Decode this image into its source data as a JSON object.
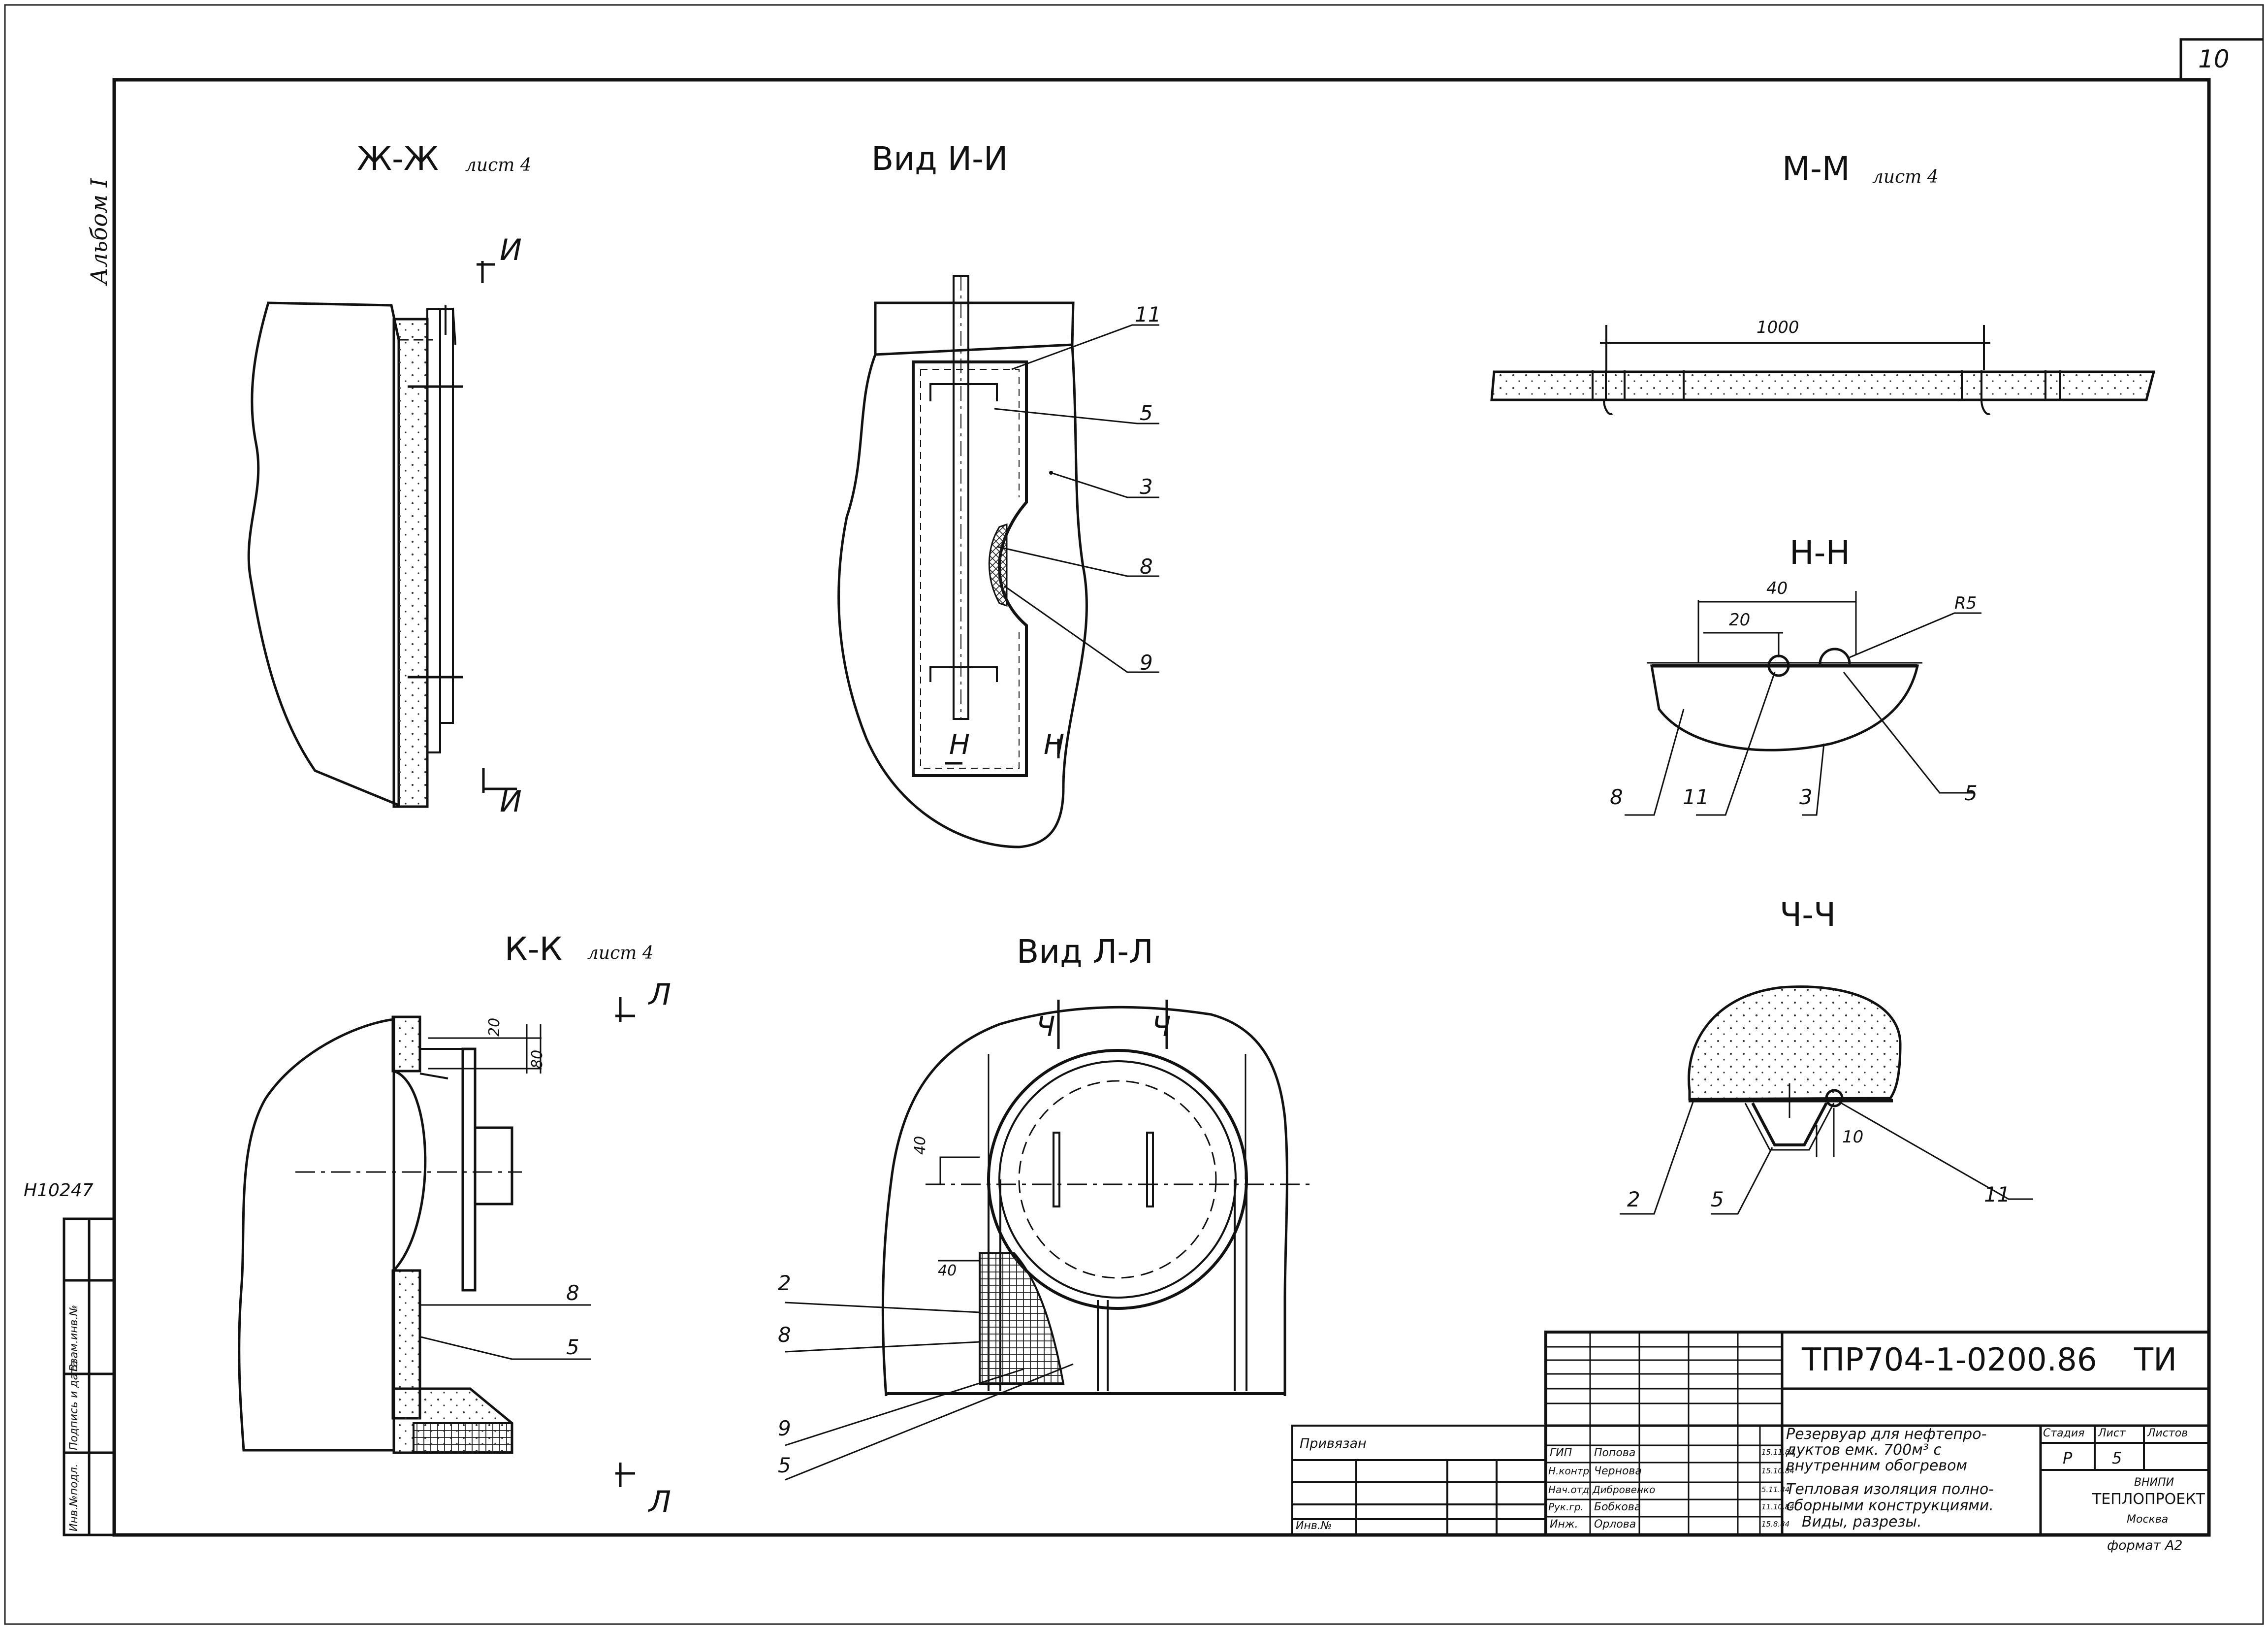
{
  "sheet_number": "10",
  "album_label": "Альбом I",
  "inventory_code": "Н10247",
  "side_stamp": [
    "Инв.№подл.",
    "Подпись и дата",
    "Взам.инв.№"
  ],
  "views": {
    "zh": {
      "title": "Ж-Ж",
      "ref": "лист 4",
      "cut_top": "И",
      "cut_bottom": "И"
    },
    "i": {
      "title": "Вид И-И",
      "callouts": [
        "11",
        "5",
        "3",
        "8",
        "9"
      ],
      "cut_left": "Н",
      "cut_right": "Н"
    },
    "m": {
      "title": "М-М",
      "ref": "лист 4",
      "dim": "1000"
    },
    "n": {
      "title": "Н-Н",
      "dim_40": "40",
      "dim_20": "20",
      "radius": "R5",
      "callouts": [
        "8",
        "11",
        "3",
        "5"
      ]
    },
    "k": {
      "title": "К-К",
      "ref": "лист 4",
      "cut_top": "Л",
      "cut_bottom": "Л",
      "dim_20": "20",
      "dim_80": "80",
      "callouts": [
        "8",
        "5"
      ]
    },
    "l": {
      "title": "Вид Л-Л",
      "cut_left": "Ч",
      "cut_right": "Ч",
      "dim_40a": "40",
      "dim_40b": "40",
      "callouts": [
        "2",
        "8",
        "9",
        "5"
      ]
    },
    "ch": {
      "title": "Ч-Ч",
      "dim": "10",
      "callouts": [
        "2",
        "5",
        "11"
      ]
    }
  },
  "title_block": {
    "doc_code": "ТПР704-1-0200.86",
    "doc_mark": "ТИ",
    "project_title": [
      "Резервуар для нефтепро-",
      "дуктов емк. 700м³ с",
      "внутренним обогревом"
    ],
    "sheet_title": [
      "Тепловая изоляция полно-",
      "сборными конструкциями.",
      "Виды, разрезы."
    ],
    "attached_label": "Привязан",
    "inv_label": "Инв.№",
    "col_stage": "Стадия",
    "col_sheet": "Лист",
    "col_sheets": "Листов",
    "stage": "Р",
    "sheet": "5",
    "org": [
      "ВНИПИ",
      "ТЕПЛОПРОЕКТ",
      "Москва"
    ],
    "format": "формат А2",
    "signers": [
      {
        "role": "ГИП",
        "name": "Попова",
        "date": "15.11.84"
      },
      {
        "role": "Н.контр.",
        "name": "Чернова",
        "date": "15.10.84"
      },
      {
        "role": "Нач.отд.",
        "name": "Дибровенко",
        "date": "5.11.84"
      },
      {
        "role": "Рук.гр.",
        "name": "Бобкова",
        "date": "11.10.84"
      },
      {
        "role": "Инж.",
        "name": "Орлова",
        "date": "15.8.84"
      }
    ]
  }
}
